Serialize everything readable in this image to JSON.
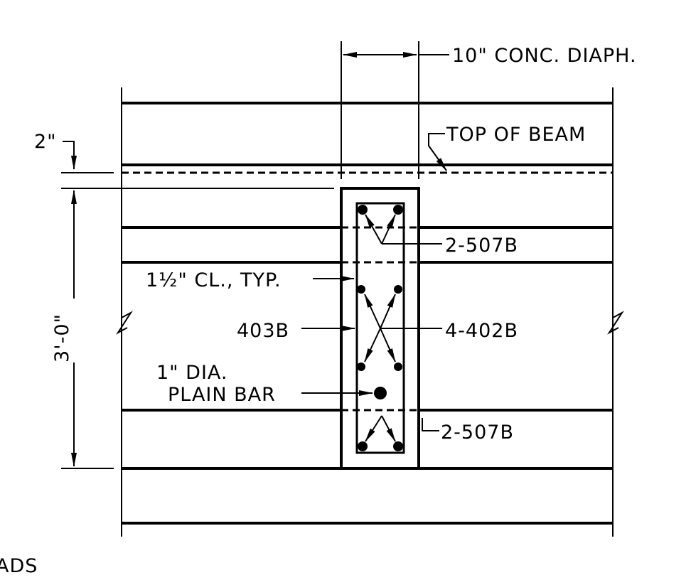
{
  "labels": {
    "diaphragm": "10\" CONC. DIAPH.",
    "top_of_beam": "TOP OF BEAM",
    "two_inch": "2\"",
    "height_dim": "3'-0\"",
    "top_bars": "2-507B",
    "clear_cover": "1½\" CL., TYP.",
    "stirrup": "403B",
    "cross_bars": "4-402B",
    "plain_bar_line1": "1\" DIA.",
    "plain_bar_line2": "PLAIN BAR",
    "bottom_bars": "2-507B",
    "cut_text": "ADS"
  }
}
